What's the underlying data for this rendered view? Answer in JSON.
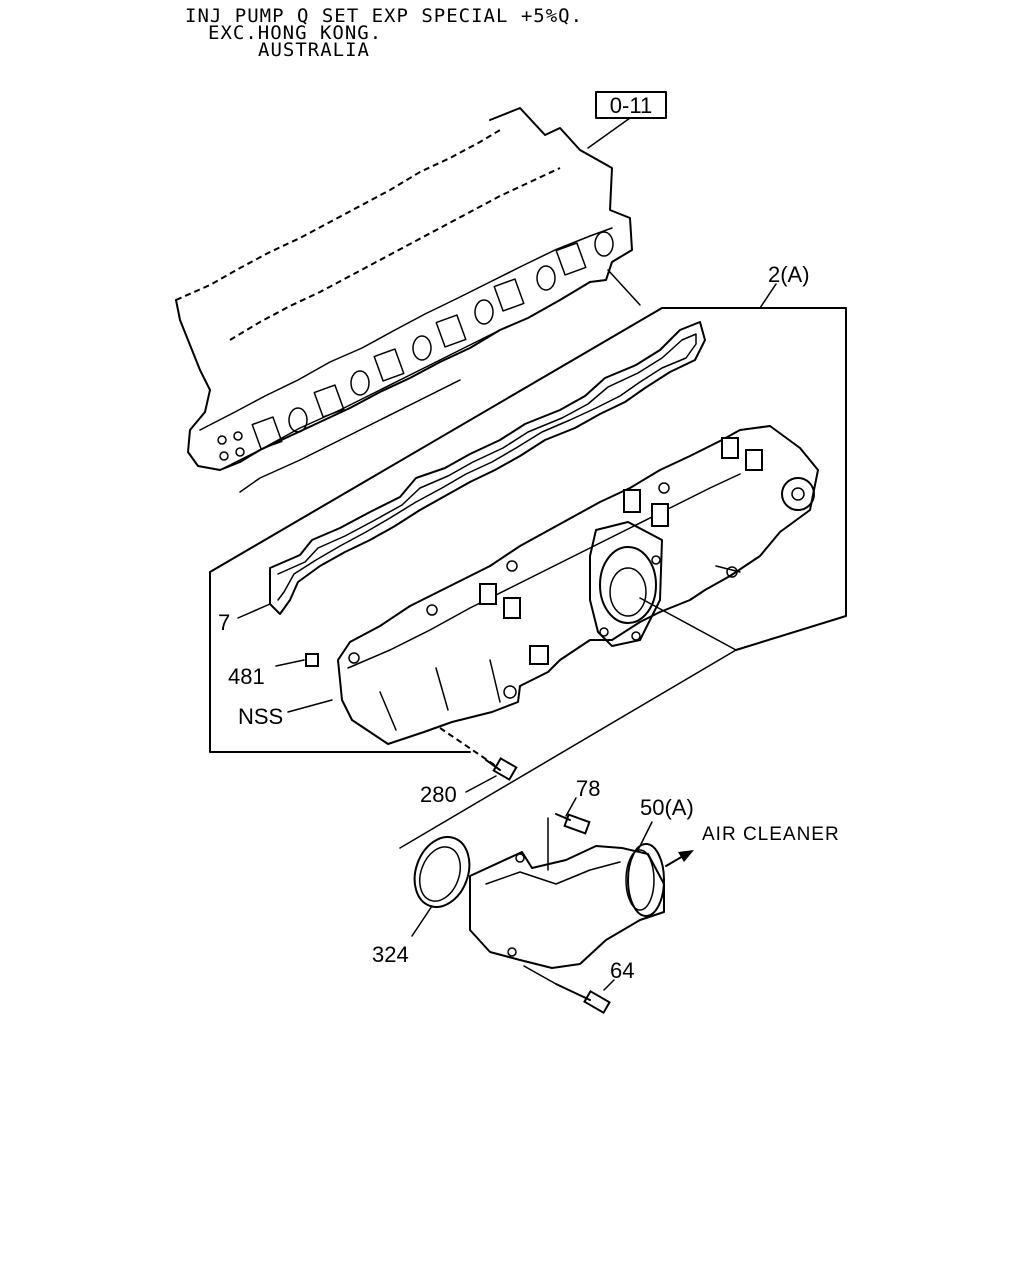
{
  "header": {
    "line1": "INJ PUMP Q SET EXP SPECIAL +5%Q.",
    "line2": "EXC.HONG KONG.",
    "line3": "AUSTRALIA"
  },
  "ref_box": "0-11",
  "callouts": {
    "assembly": "2(A)",
    "gasket": "7",
    "nut": "481",
    "nss": "NSS",
    "bolt_280": "280",
    "bolt_78": "78",
    "duct": "50(A)",
    "direction": "AIR CLEANER",
    "seal_ring": "324",
    "bolt_64": "64"
  }
}
